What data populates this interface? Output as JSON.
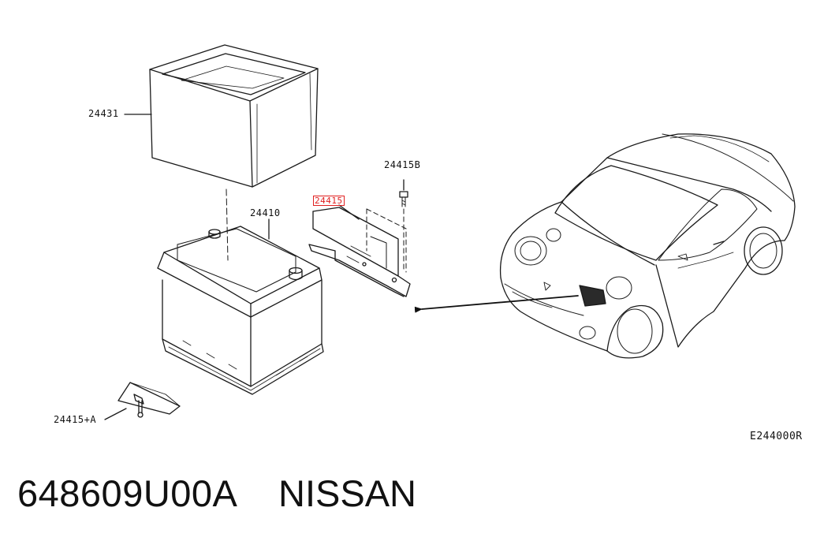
{
  "diagram": {
    "labels": {
      "battery_cover": "24431",
      "battery": "24410",
      "bolt": "24415B",
      "bracket_highlighted": "24415",
      "clamp": "24415+A",
      "figure_code": "E244000R"
    },
    "highlight_color": "#e02020"
  },
  "footer": {
    "part_number": "648609U00A",
    "brand": "NISSAN"
  }
}
